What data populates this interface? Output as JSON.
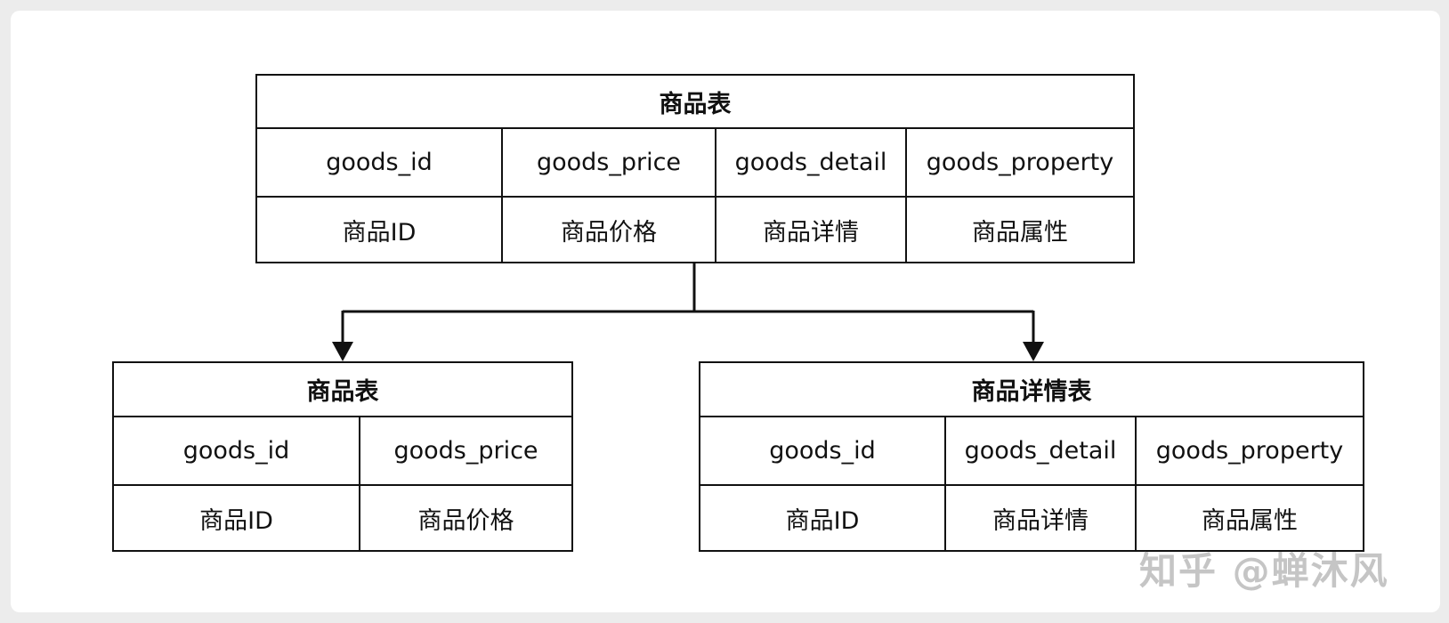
{
  "top_table": {
    "title": "商品表",
    "fields": [
      "goods_id",
      "goods_price",
      "goods_detail",
      "goods_property"
    ],
    "descriptions": [
      "商品ID",
      "商品价格",
      "商品详情",
      "商品属性"
    ]
  },
  "left_table": {
    "title": "商品表",
    "fields": [
      "goods_id",
      "goods_price"
    ],
    "descriptions": [
      "商品ID",
      "商品价格"
    ]
  },
  "right_table": {
    "title": "商品详情表",
    "fields": [
      "goods_id",
      "goods_detail",
      "goods_property"
    ],
    "descriptions": [
      "商品ID",
      "商品详情",
      "商品属性"
    ]
  },
  "watermark": "知乎 @蝉沐风",
  "colors": {
    "line": "#111111",
    "background": "#ffffff",
    "page": "#ececec"
  }
}
